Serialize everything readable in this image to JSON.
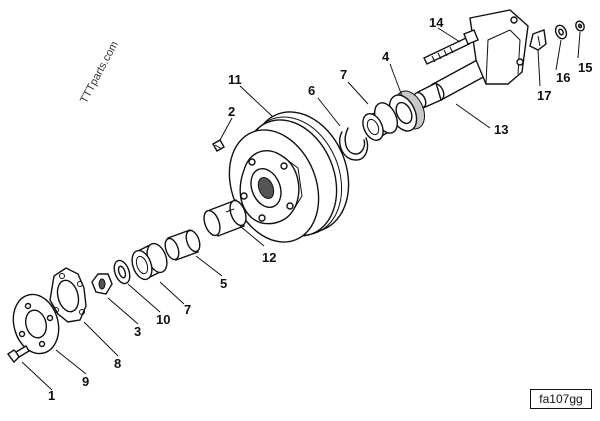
{
  "watermark": "TTTparts.com",
  "figure_id": "fa107gg",
  "callouts": [
    {
      "id": "c1",
      "label": "1"
    },
    {
      "id": "c2",
      "label": "2"
    },
    {
      "id": "c3",
      "label": "3"
    },
    {
      "id": "c4",
      "label": "4"
    },
    {
      "id": "c5",
      "label": "5"
    },
    {
      "id": "c6",
      "label": "6"
    },
    {
      "id": "c7a",
      "label": "7"
    },
    {
      "id": "c7b",
      "label": "7"
    },
    {
      "id": "c8",
      "label": "8"
    },
    {
      "id": "c9",
      "label": "9"
    },
    {
      "id": "c10",
      "label": "10"
    },
    {
      "id": "c11",
      "label": "11"
    },
    {
      "id": "c12",
      "label": "12"
    },
    {
      "id": "c13",
      "label": "13"
    },
    {
      "id": "c14",
      "label": "14"
    },
    {
      "id": "c15",
      "label": "15"
    },
    {
      "id": "c16",
      "label": "16"
    },
    {
      "id": "c17",
      "label": "17"
    }
  ]
}
